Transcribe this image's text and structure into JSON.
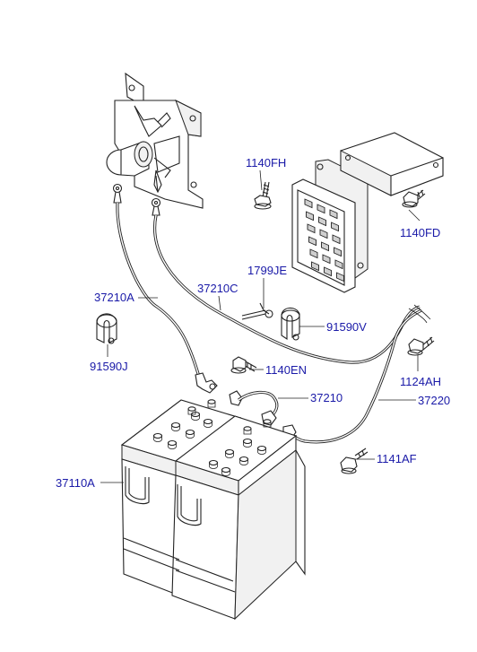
{
  "diagram": {
    "part_labels": [
      {
        "id": "1140FH",
        "text": "1140FH"
      },
      {
        "id": "1799JE",
        "text": "1799JE"
      },
      {
        "id": "37210A",
        "text": "37210A"
      },
      {
        "id": "37210C",
        "text": "37210C"
      },
      {
        "id": "91590V",
        "text": "91590V"
      },
      {
        "id": "1140FD",
        "text": "1140FD"
      },
      {
        "id": "91590J",
        "text": "91590J"
      },
      {
        "id": "1140EN",
        "text": "1140EN"
      },
      {
        "id": "1124AH",
        "text": "1124AH"
      },
      {
        "id": "37210",
        "text": "37210"
      },
      {
        "id": "37220",
        "text": "37220"
      },
      {
        "id": "1141AF",
        "text": "1141AF"
      },
      {
        "id": "37110A",
        "text": "37110A"
      }
    ],
    "colors": {
      "label": "#1a1aa8",
      "line": "#222222",
      "background": "#ffffff"
    }
  }
}
